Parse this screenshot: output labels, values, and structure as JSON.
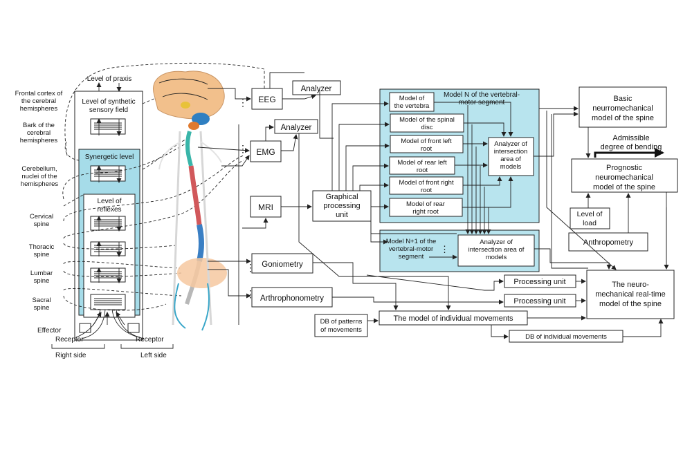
{
  "left_panel": {
    "level_of_praxis": "Level of praxis",
    "level_synthetic": [
      "Level of synthetic",
      "sensory field"
    ],
    "synergetic_level": "Synergetic level",
    "level_of_reflexes": [
      "Level of",
      "reflexes"
    ],
    "frontal_cortex": [
      "Frontal cortex of",
      "the cerebral",
      "hemispheres"
    ],
    "bark": [
      "Bark of the",
      "cerebral",
      "hemispheres"
    ],
    "cerebellum": [
      "Cerebellum,",
      "nuclei of the",
      "hemispheres"
    ],
    "cervical": [
      "Cervical",
      "spine"
    ],
    "thoracic": [
      "Thoracic",
      "spine"
    ],
    "lumbar": [
      "Lumbar",
      "spine"
    ],
    "sacral": [
      "Sacral",
      "spine"
    ],
    "effector": "Effector",
    "receptor_left": "Receptor",
    "receptor_right": "Receptor",
    "right_side": "Right side",
    "left_side": "Left side",
    "dots": "⋮"
  },
  "sensors": {
    "eeg": "EEG",
    "emg": "EMG",
    "mri": "MRI",
    "goniometry": "Goniometry",
    "arthrophonometry": "Arthrophonometry",
    "analyzer_top": "Analyzer",
    "analyzer_mid": "Analyzer"
  },
  "gpu": [
    "Graphical",
    "processing",
    "unit"
  ],
  "segment_n": {
    "title": [
      "Model N of the vertebral-",
      "motor segment"
    ],
    "vertebra": [
      "Model of",
      "the vertebra"
    ],
    "spinal_disc": [
      "Model of the spinal",
      "disc"
    ],
    "front_left": [
      "Model of front left",
      "root"
    ],
    "rear_left": [
      "Model of rear left",
      "root"
    ],
    "front_right": [
      "Model of front right",
      "root"
    ],
    "rear_right": [
      "Model of rear",
      "right root"
    ],
    "analyzer": [
      "Analyzer of",
      "intersection",
      "area of",
      "models"
    ]
  },
  "segment_n1": {
    "title": [
      "Model N+1 of the",
      "vertebral-motor",
      "segment"
    ],
    "analyzer": [
      "Analyzer of",
      "intersection area of",
      "models"
    ]
  },
  "right_panel": {
    "basic_model": [
      "Basic",
      "neurromechanical",
      "model of the spine"
    ],
    "admissible": [
      "Admissible",
      "degree of bending"
    ],
    "prognostic": [
      "Prognostic",
      "neuromechanical",
      "model of the spine"
    ],
    "level_of_load": [
      "Level of",
      "load"
    ],
    "anthropometry": "Anthropometry",
    "realtime": [
      "The neuro-",
      "mechanical real-time",
      "model of the spine"
    ],
    "processing_unit_1": "Processing unit",
    "processing_unit_2": "Processing unit",
    "db_patterns": [
      "DB of patterns",
      "of movements"
    ],
    "individual_movements": "The model of individual movements",
    "db_individual": "DB of individual movements"
  },
  "colors": {
    "panel_fill": "#b8e4ee",
    "synergetic_fill": "#a6dce9",
    "brain": "#f2c08c",
    "cerebellum": "#2f7fc1",
    "spine_teal": "#39b5a9",
    "spine_red": "#d1585b",
    "spine_blue": "#3a7fc4",
    "spine_grey": "#b8b8b8",
    "pelvis": "#f6c8a0"
  }
}
